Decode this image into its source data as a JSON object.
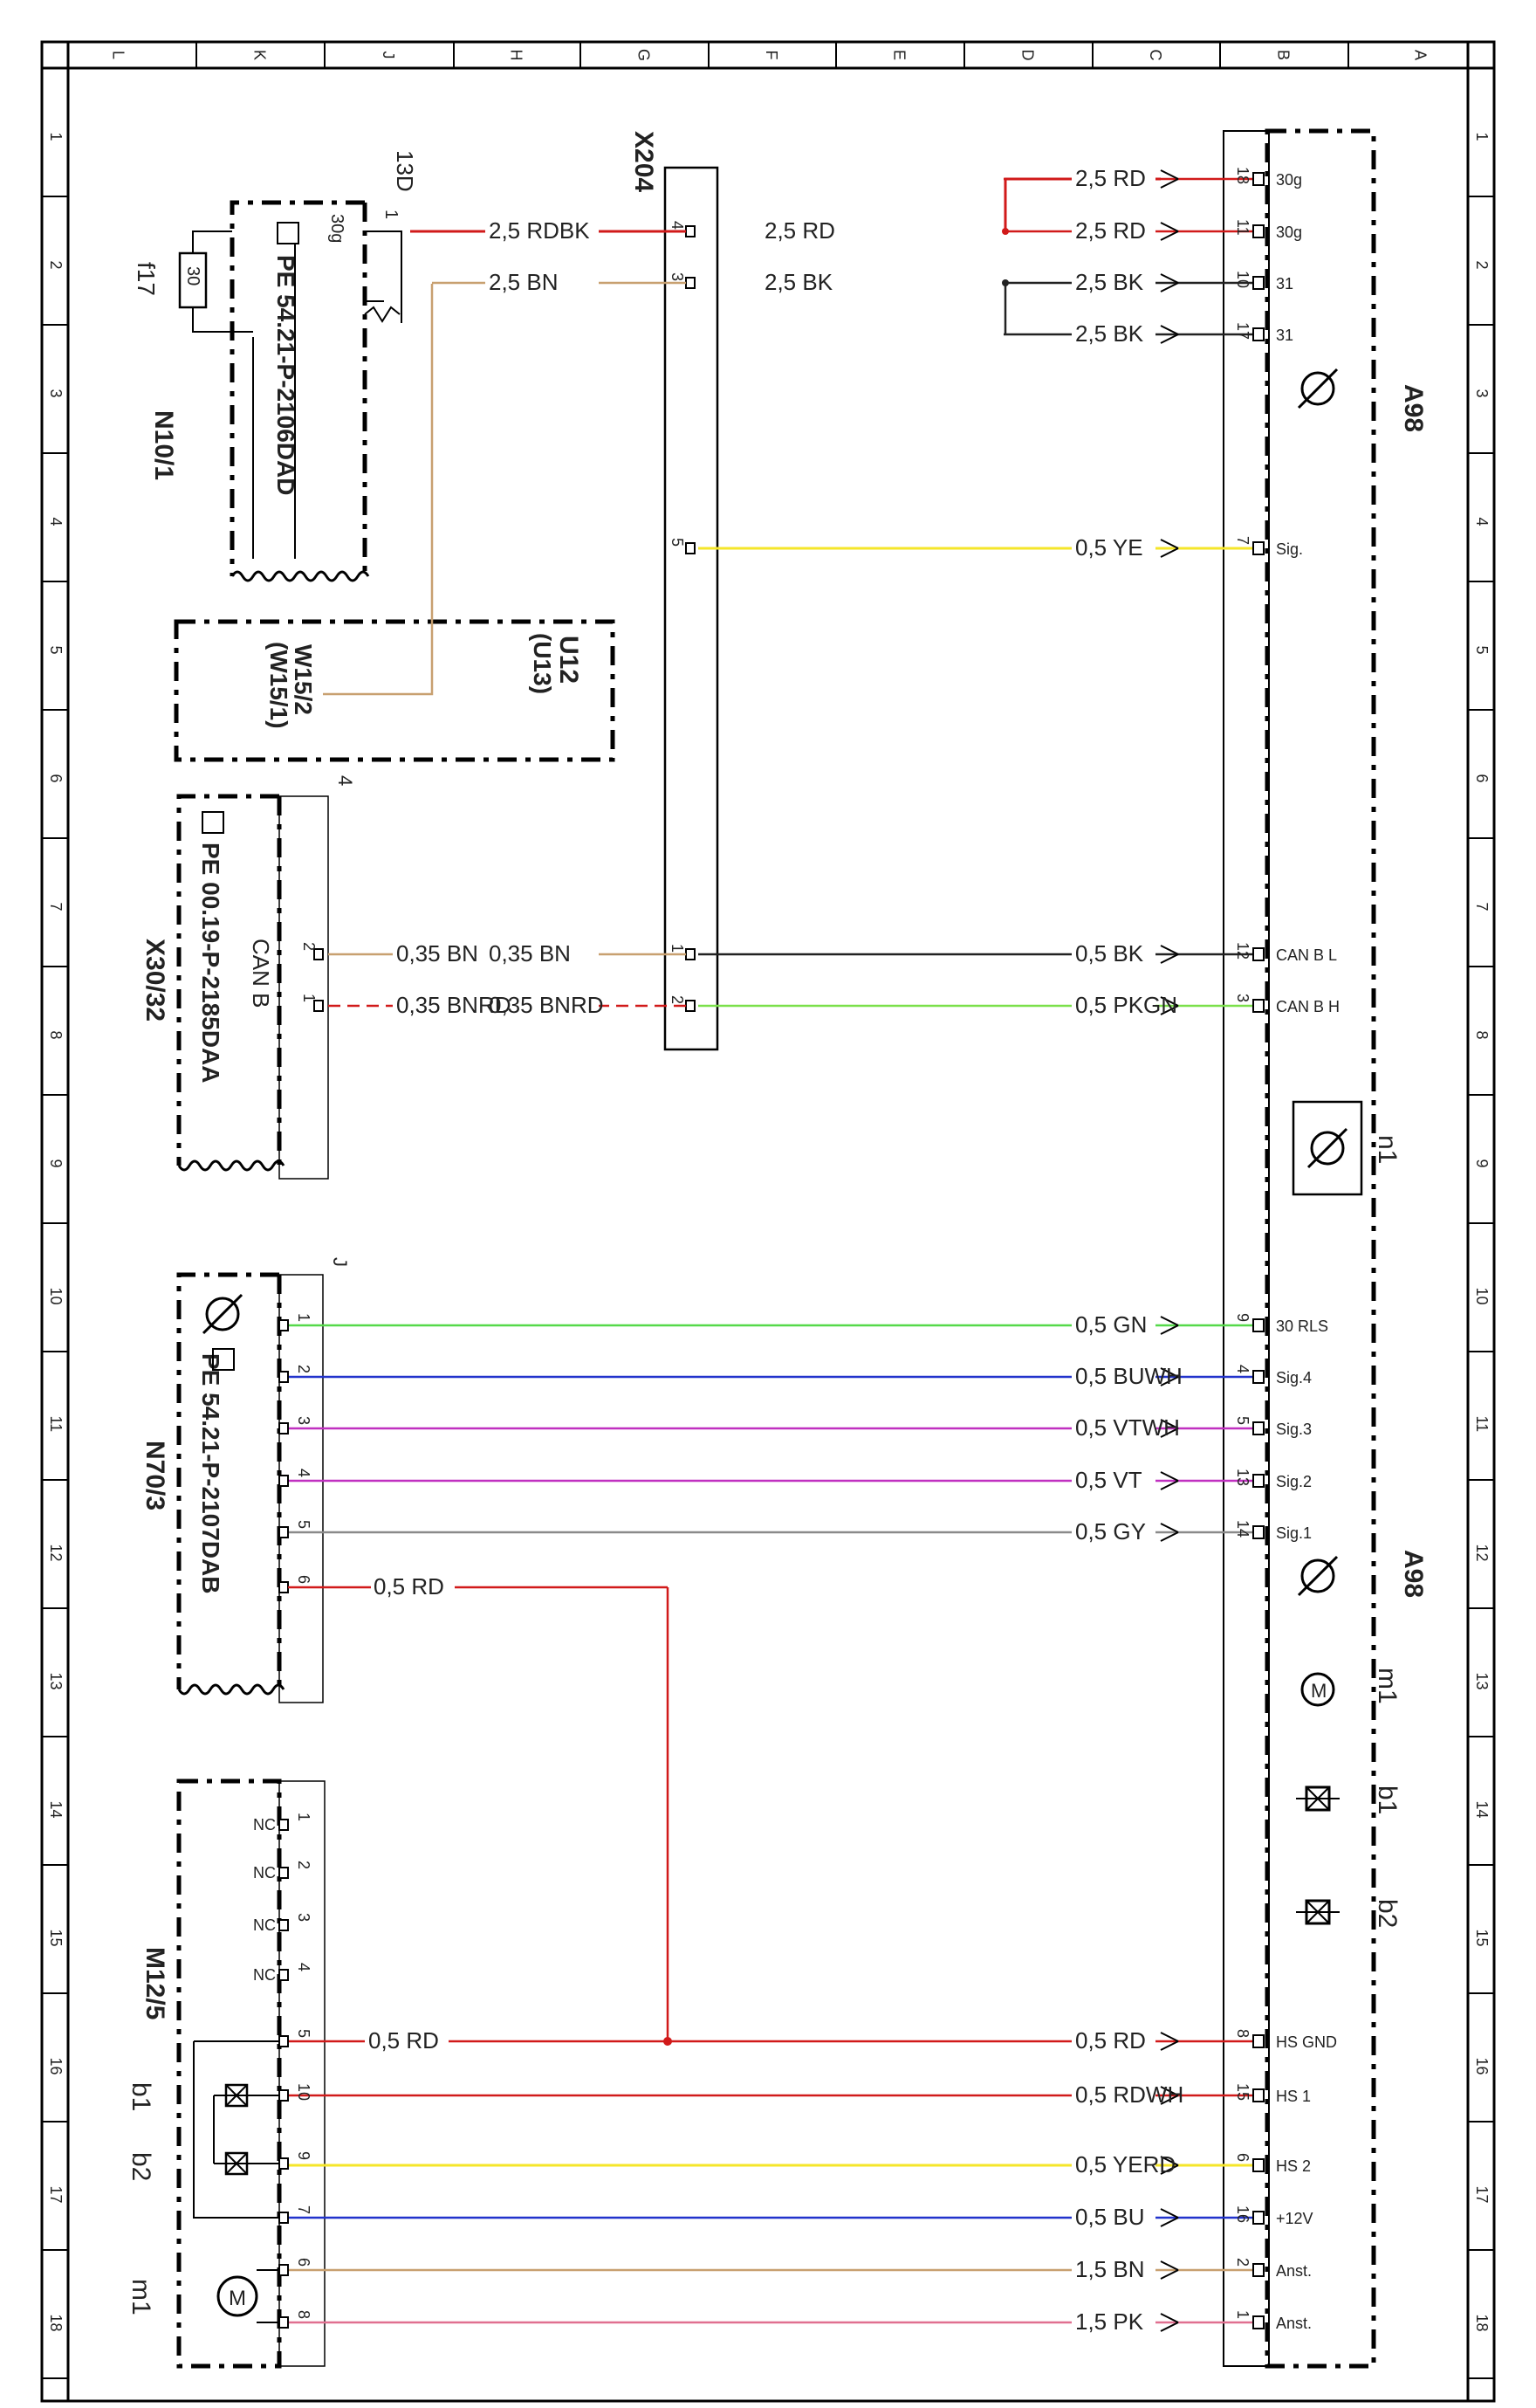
{
  "grid": {
    "col_letters": [
      "L",
      "K",
      "J",
      "H",
      "G",
      "F",
      "E",
      "D",
      "C",
      "B",
      "A"
    ],
    "row_numbers": [
      "1",
      "2",
      "3",
      "4",
      "5",
      "6",
      "7",
      "8",
      "9",
      "10",
      "11",
      "12",
      "13",
      "14",
      "15",
      "16",
      "17",
      "18"
    ]
  },
  "components": {
    "a98_top": {
      "label": "A98"
    },
    "a98_bottom": {
      "label": "A98"
    },
    "x204": {
      "label": "X204"
    },
    "n10_1": {
      "label": "N10/1",
      "ref": "PE 54.21-P-2106DAD",
      "pin_30g": "30g",
      "fuse": "f17",
      "fuse_value": "30",
      "pin_1": "1",
      "ground": "13D"
    },
    "u12": {
      "label": "U12",
      "label2": "(U13)",
      "sub": "W15/2",
      "sub2": "(W15/1)"
    },
    "x30_32": {
      "label": "X30/32",
      "ref": "PE 00.19-P-2185DAA",
      "bus": "CAN B",
      "ground": "4"
    },
    "n70_3": {
      "label": "N70/3",
      "ref": "PE 54.21-P-2107DAB",
      "ground": "J"
    },
    "m12_5": {
      "label": "M12/5",
      "b1": "b1",
      "b2": "b2",
      "m1": "m1",
      "nc": "NC"
    },
    "n1": {
      "label": "n1"
    },
    "m1": {
      "label": "m1"
    },
    "b1": {
      "label": "b1"
    },
    "b2": {
      "label": "b2"
    }
  },
  "x204_pins": [
    {
      "pin": "4",
      "left_wire": "2,5 RDBK",
      "right_wire": "2,5 RD"
    },
    {
      "pin": "3",
      "left_wire": "2,5 BN",
      "right_wire": "2,5 BK"
    },
    {
      "pin": "5",
      "left_wire": "",
      "right_wire": ""
    },
    {
      "pin": "1",
      "left_wire": "0,35 BN",
      "right_wire": ""
    },
    {
      "pin": "2",
      "left_wire": "0,35 BNRD",
      "right_wire": ""
    }
  ],
  "a98_connections": [
    {
      "pin": "18",
      "signal": "30g",
      "wire": "2,5 RD",
      "color": "#d11a1a"
    },
    {
      "pin": "11",
      "signal": "30g",
      "wire": "2,5 RD",
      "color": "#d11a1a"
    },
    {
      "pin": "10",
      "signal": "31",
      "wire": "2,5 BK",
      "color": "#222222"
    },
    {
      "pin": "17",
      "signal": "31",
      "wire": "2,5 BK",
      "color": "#222222"
    },
    {
      "pin": "7",
      "signal": "Sig.",
      "wire": "0,5 YE",
      "color": "#f5e62a"
    },
    {
      "pin": "12",
      "signal": "CAN B L",
      "wire": "0,5 BK",
      "color": "#222222"
    },
    {
      "pin": "3",
      "signal": "CAN B H",
      "wire": "0,5 PKGN",
      "color": "#7be04a"
    },
    {
      "pin": "9",
      "signal": "30 RLS",
      "wire": "0,5 GN",
      "color": "#55d94a"
    },
    {
      "pin": "4",
      "signal": "Sig.4",
      "wire": "0,5 BUWH",
      "color": "#2233cc"
    },
    {
      "pin": "5",
      "signal": "Sig.3",
      "wire": "0,5 VTWH",
      "color": "#c030c0"
    },
    {
      "pin": "13",
      "signal": "Sig.2",
      "wire": "0,5 VT",
      "color": "#c030c0"
    },
    {
      "pin": "14",
      "signal": "Sig.1",
      "wire": "0,5 GY",
      "color": "#8a8a8a"
    },
    {
      "pin": "8",
      "signal": "HS GND",
      "wire": "0,5 RD",
      "color": "#d11a1a"
    },
    {
      "pin": "15",
      "signal": "HS 1",
      "wire": "0,5 RDWH",
      "color": "#d11a1a"
    },
    {
      "pin": "6",
      "signal": "HS 2",
      "wire": "0,5 YERD",
      "color": "#f5e62a"
    },
    {
      "pin": "16",
      "signal": "+12V",
      "wire": "0,5 BU",
      "color": "#2233cc"
    },
    {
      "pin": "2",
      "signal": "Anst.",
      "wire": "1,5 BN",
      "color": "#c8a070"
    },
    {
      "pin": "1",
      "signal": "Anst.",
      "wire": "1,5 PK",
      "color": "#e07090"
    }
  ],
  "x30_pins": [
    {
      "pin": "2",
      "wire": "0,35 BN",
      "color": "#c8a070"
    },
    {
      "pin": "1",
      "wire": "0,35 BNRD",
      "color": "#d11a1a"
    }
  ],
  "n70_pins": [
    {
      "pin": "1"
    },
    {
      "pin": "2"
    },
    {
      "pin": "3"
    },
    {
      "pin": "4"
    },
    {
      "pin": "5"
    },
    {
      "pin": "6",
      "wire": "0,5 RD"
    }
  ],
  "m12_pins": [
    {
      "pin": "1"
    },
    {
      "pin": "2"
    },
    {
      "pin": "3"
    },
    {
      "pin": "4"
    },
    {
      "pin": "5",
      "wire": "0,5 RD"
    },
    {
      "pin": "10"
    },
    {
      "pin": "9"
    },
    {
      "pin": "7"
    },
    {
      "pin": "6"
    },
    {
      "pin": "8"
    }
  ]
}
